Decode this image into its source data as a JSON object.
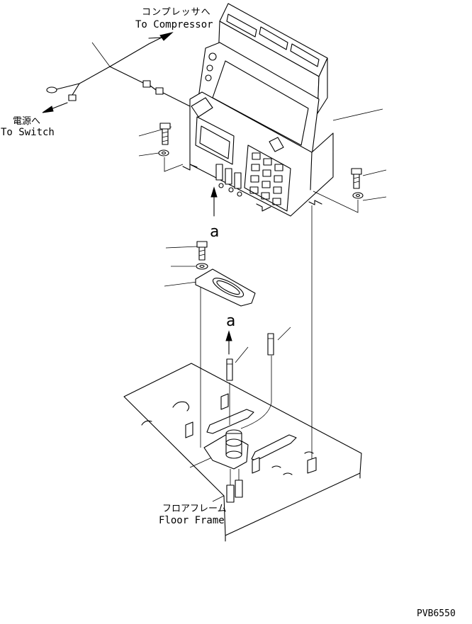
{
  "labels": {
    "compressor_jp": "コンプレッサへ",
    "compressor_en": "To Compressor",
    "switch_jp": "電源へ",
    "switch_en": "To Switch",
    "view_a_upper": "a",
    "view_a_lower": "a",
    "floor_jp": "フロアフレーム",
    "floor_en": "Floor Frame",
    "drawing_no": "PVB6550"
  },
  "colors": {
    "ink": "#000000",
    "paper": "#ffffff"
  }
}
